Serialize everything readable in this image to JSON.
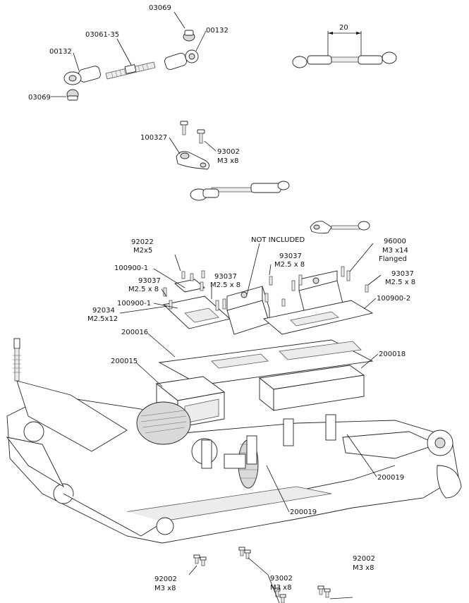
{
  "callouts": {
    "c03069_top": "03069",
    "c00132_top": "00132",
    "c03061_35": "03061-35",
    "c00132_left": "00132",
    "c03069_left": "03069",
    "dim_20": "20",
    "c100327": "100327",
    "c93002_a_1": "93002",
    "c93002_a_2": "M3 x8",
    "not_included": "NOT INCLUDED",
    "c92022_1": "92022",
    "c92022_2": "M2x5",
    "c96000_1": "96000",
    "c96000_2": "M3 x14",
    "c96000_3": "Flanged",
    "c93037_a_1": "93037",
    "c93037_a_2": "M2.5 x 8",
    "c100900_1_a": "100900-1",
    "c93037_b_1": "93037",
    "c93037_b_2": "M2.5 x 8",
    "c93037_c_1": "93037",
    "c93037_c_2": "M2.5 x 8",
    "c93037_d_1": "93037",
    "c93037_d_2": "M2.5 x 8",
    "c100900_1_b": "100900-1",
    "c92034_1": "92034",
    "c92034_2": "M2.5x12",
    "c100900_2": "100900-2",
    "c200016": "200016",
    "c200015": "200015",
    "c200018": "200018",
    "c200019_a": "200019",
    "c200019_b": "200019",
    "c92002_a_1": "92002",
    "c92002_a_2": "M3 x8",
    "c93002_b_1": "93002",
    "c93002_b_2": "M3 x8",
    "c92002_b_1": "92002",
    "c92002_b_2": "M3 x8"
  }
}
